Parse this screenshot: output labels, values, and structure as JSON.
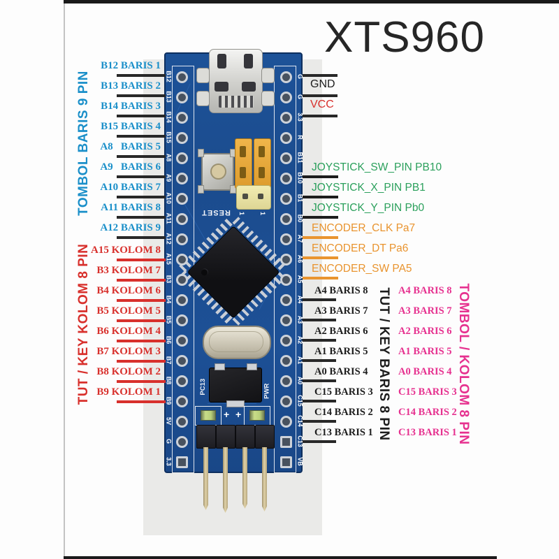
{
  "title": "XTS960",
  "colors": {
    "blue_label": "#1a8fc9",
    "red_label": "#d8302c",
    "green_label": "#2ba05c",
    "orange_label": "#e9942f",
    "pink_label": "#e6318f",
    "black_label": "#1d1d1d",
    "pcb_blue": "#1d5096"
  },
  "left_panel": {
    "vertical_blue": "TOMBOL BARIS 9 PIN",
    "vertical_red": "TUT / KEY KOLOM 8 PIN",
    "blue_labels": [
      "B12 BARIS 1",
      "B13 BARIS 2",
      "B14 BARIS 3",
      "B15 BARIS 4",
      "A8   BARIS 5",
      "A9   BARIS 6",
      "A10 BARIS 7",
      "A11 BARIS 8",
      "A12 BARIS 9"
    ],
    "red_labels": [
      "A15 KOLOM 8",
      "B3 KOLOM 7",
      "B4 KOLOM 6",
      "B5 KOLOM 5",
      "B6 KOLOM 4",
      "B7 KOLOM 3",
      "B8 KOLOM 2",
      "B9 KOLOM 1"
    ]
  },
  "right_panel": {
    "power_labels": [
      {
        "text": "GND",
        "color": "black"
      },
      {
        "text": "VCC",
        "color": "red"
      }
    ],
    "signal_labels": [
      {
        "text": "JOYSTICK_SW_PIN PB10",
        "color": "green",
        "line": "black"
      },
      {
        "text": "JOYSTICK_X_PIN PB1",
        "color": "green",
        "line": "black"
      },
      {
        "text": "JOYSTICK_Y_PIN Pb0",
        "color": "green",
        "line": "black"
      },
      {
        "text": "ENCODER_CLK Pa7",
        "color": "orange",
        "line": "orange"
      },
      {
        "text": "ENCODER_DT Pa6",
        "color": "orange",
        "line": "orange"
      },
      {
        "text": "ENCODER_SW PA5",
        "color": "orange",
        "line": "orange"
      }
    ],
    "black_labels": [
      "A4 BARIS 8",
      "A3 BARIS 7",
      "A2 BARIS 6",
      "A1 BARIS 5",
      "A0 BARIS 4",
      "C15 BARIS 3",
      "C14 BARIS 2",
      "C13 BARIS 1"
    ],
    "pink_labels": [
      "A4 BARIS 8",
      "A3 BARIS 7",
      "A2 BARIS 6",
      "A1 BARIS 5",
      "A0 BARIS 4",
      "C15 BARIS 3",
      "C14 BARIS 2",
      "C13 BARIS 1"
    ],
    "vertical_black": "TUT / KEY BARIS 8 PIN",
    "vertical_pink": "TOMBOL / KOLOM 8 PIN"
  },
  "board": {
    "left_pins": [
      "B12",
      "B13",
      "B14",
      "B15",
      "A8",
      "A9",
      "A10",
      "A11",
      "A12",
      "A15",
      "B3",
      "B4",
      "B5",
      "B6",
      "B7",
      "B8",
      "B9",
      "5V",
      "G",
      "3.3"
    ],
    "right_pins": [
      "G",
      "G",
      "3.3",
      "R",
      "B11",
      "B10",
      "B1",
      "B0",
      "A7",
      "A6",
      "A5",
      "A4",
      "A3",
      "A2",
      "A1",
      "A0",
      "C15",
      "C14",
      "C13",
      "VB"
    ],
    "silkscreen": {
      "reset": "RESET",
      "pc13": "PC13",
      "pwr": "PWR",
      "plus_left": "+",
      "plus_right": "+",
      "boot_marks": [
        "1",
        "1"
      ]
    }
  }
}
